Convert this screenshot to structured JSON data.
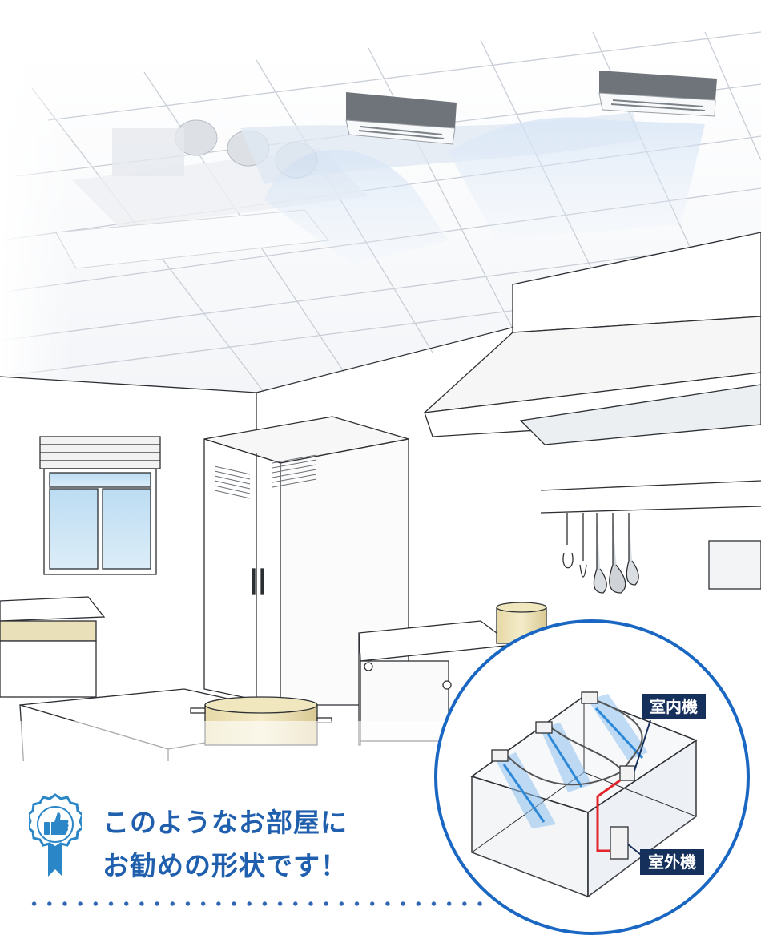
{
  "caption": {
    "line1": "このようなお部屋に",
    "line2": "お勧めの形状です！"
  },
  "diagram": {
    "indoor_unit_label": "室内機",
    "outdoor_unit_label": "室外機"
  },
  "badge": {
    "icon": "thumbs-up-icon"
  },
  "colors": {
    "brand_blue": "#1f5fad",
    "circle_border": "#1967c2",
    "label_bg": "#16305c",
    "pipe_red": "#e3262b",
    "pot_yellow": "#e8dcae"
  }
}
